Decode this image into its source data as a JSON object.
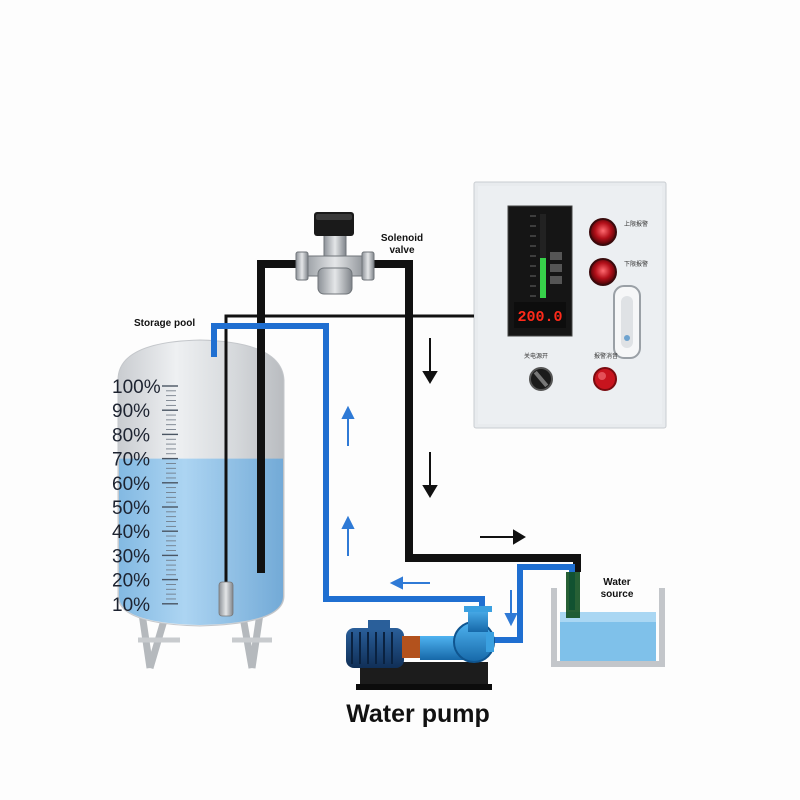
{
  "labels": {
    "solenoid_valve_line1": "Solenoid",
    "solenoid_valve_line2": "valve",
    "storage_pool": "Storage pool",
    "water_source_line1": "Water",
    "water_source_line2": "source",
    "water_pump": "Water pump"
  },
  "tank": {
    "scale": [
      "100%",
      "90%",
      "80%",
      "70%",
      "60%",
      "50%",
      "40%",
      "30%",
      "20%",
      "10%"
    ],
    "fill_level_percent": 70
  },
  "control_panel": {
    "display_value": "200.0",
    "lamp_upper_label": "上限报警",
    "lamp_lower_label": "下限报警",
    "switch_label": "关电源开",
    "alarm_button_label": "报警消音"
  },
  "colors": {
    "black_pipe": "#111111",
    "blue_pipe": "#1f6fd1",
    "water": "#8cc4ec",
    "panel": "#e9ecef",
    "alarm_red": "#c8141e"
  }
}
